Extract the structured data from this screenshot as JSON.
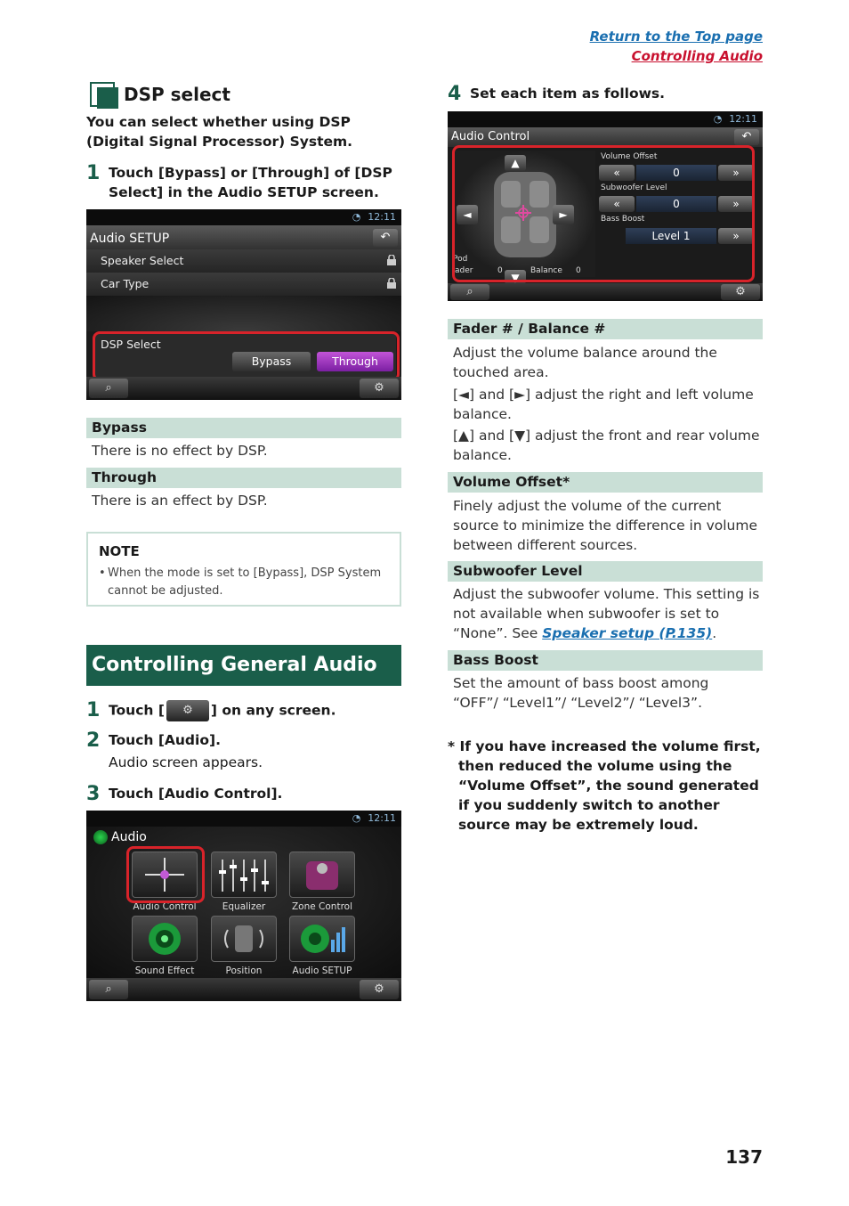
{
  "header": {
    "return_link": "Return to the Top page",
    "section_link": "Controlling Audio"
  },
  "dsp": {
    "title": "DSP select",
    "intro": "You can select whether using DSP (Digital Signal Processor) System.",
    "step1_num": "1",
    "step1": "Touch [Bypass] or [Through] of [DSP Select] in the Audio SETUP screen.",
    "screen": {
      "time": "12:11",
      "title": "Audio SETUP",
      "back": "↶",
      "rows": [
        "Speaker Select",
        "Car Type"
      ],
      "dsp_label": "DSP Select",
      "bypass": "Bypass",
      "through": "Through"
    },
    "items": [
      {
        "name": "Bypass",
        "desc": "There is no effect by DSP."
      },
      {
        "name": "Through",
        "desc": "There is an effect by DSP."
      }
    ],
    "note": {
      "title": "NOTE",
      "text": "When the mode is set to [Bypass], DSP System cannot be adjusted."
    }
  },
  "general": {
    "title": "Controlling General Audio",
    "step1_num": "1",
    "step1_a": "Touch [",
    "step1_b": "] on any screen.",
    "step2_num": "2",
    "step2": "Touch [Audio].",
    "step2_sub": "Audio screen appears.",
    "step3_num": "3",
    "step3": "Touch [Audio Control].",
    "screen": {
      "time": "12:11",
      "title": "Audio",
      "tiles": [
        "Audio Control",
        "Equalizer",
        "Zone Control",
        "Sound Effect",
        "Position",
        "Audio SETUP"
      ]
    }
  },
  "step4": {
    "num": "4",
    "text": "Set each item as follows.",
    "screen": {
      "time": "12:11",
      "title": "Audio Control",
      "volume_offset": "Volume Offset",
      "vo_value": "0",
      "subwoofer_level": "Subwoofer Level",
      "sl_value": "0",
      "bass_boost": "Bass Boost",
      "bb_value": "Level 1",
      "fader_label": "ader",
      "fader_value": "0",
      "balance_label": "Balance",
      "balance_value": "0",
      "pod": "Pod"
    }
  },
  "settings": [
    {
      "name": "Fader # / Balance #",
      "desc": [
        "Adjust the volume balance around the touched area.",
        "[◄] and [►] adjust the right and left volume balance.",
        "[▲] and [▼] adjust the front and rear volume balance."
      ]
    },
    {
      "name": "Volume Offset*",
      "desc": [
        "Finely adjust the volume of the current source to minimize the difference in volume between different sources."
      ]
    },
    {
      "name": "Subwoofer Level",
      "desc": [
        "Adjust the subwoofer volume. This setting is not available when subwoofer is set to “None”."
      ],
      "see": "See ",
      "link": "Speaker setup (P.135)",
      "after": "."
    },
    {
      "name": "Bass Boost",
      "desc": [
        "Set the amount of bass boost among “OFF”/ “Level1”/ “Level2”/ “Level3”."
      ]
    }
  ],
  "footnote": "* If you have increased the volume first, then reduced the volume using the “Volume Offset”, the sound generated if you suddenly switch to another source may be extremely loud.",
  "page_number": "137",
  "colors": {
    "accent_green": "#1a5e4a",
    "link_blue": "#1a6fb0",
    "link_red": "#c8102e",
    "bar_bg": "#c9dfd6"
  }
}
